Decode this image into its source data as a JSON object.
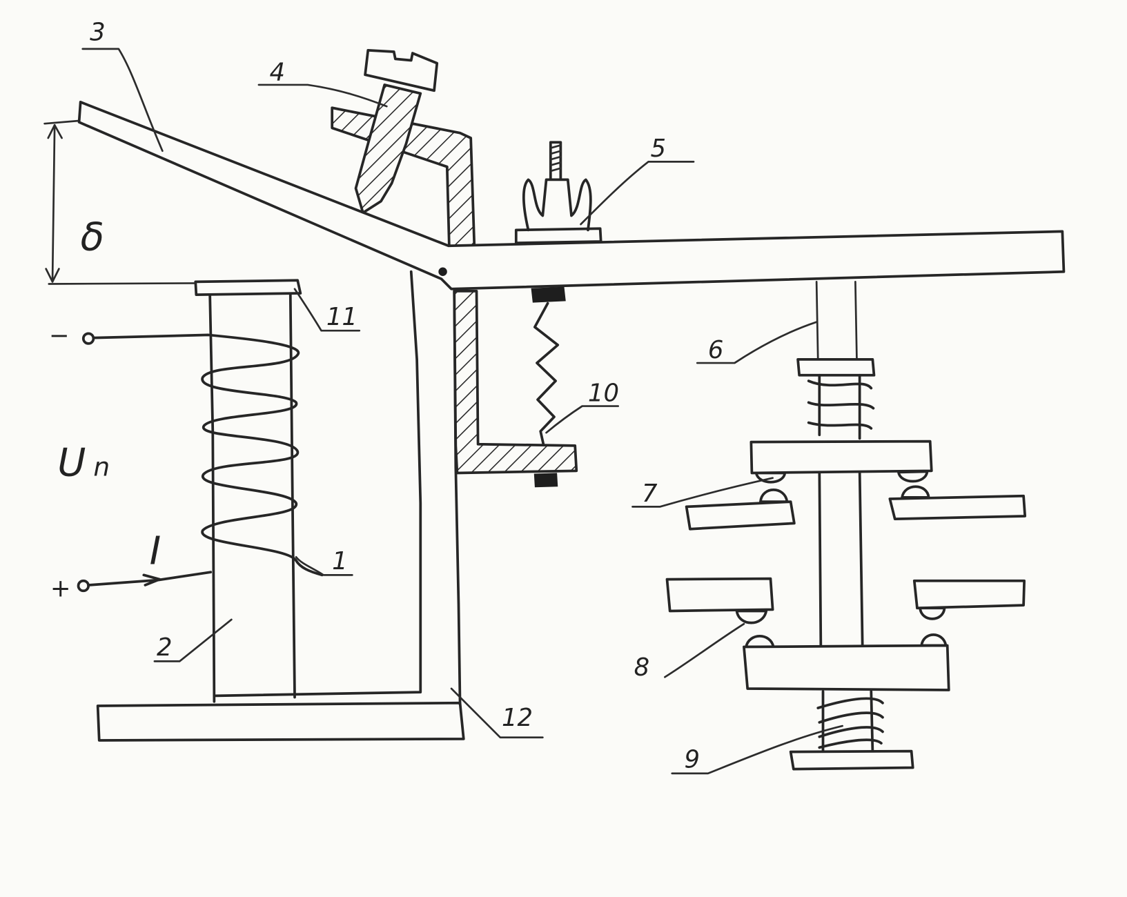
{
  "labels": {
    "coil": "1",
    "core": "2",
    "armature": "3",
    "adjusting_screw": "4",
    "terminal": "5",
    "plunger": "6",
    "upper_contacts": "7",
    "lower_contacts": "8",
    "return_spring": "9",
    "armature_spring": "10",
    "pole_shoe": "11",
    "yoke": "12"
  },
  "symbols": {
    "air_gap": "δ",
    "voltage_main": "U",
    "voltage_sub": "n",
    "current": "I",
    "terminal_minus": "−",
    "terminal_plus": "+"
  },
  "colors": {
    "ink": "#262626",
    "paper": "#fbfbf8"
  }
}
